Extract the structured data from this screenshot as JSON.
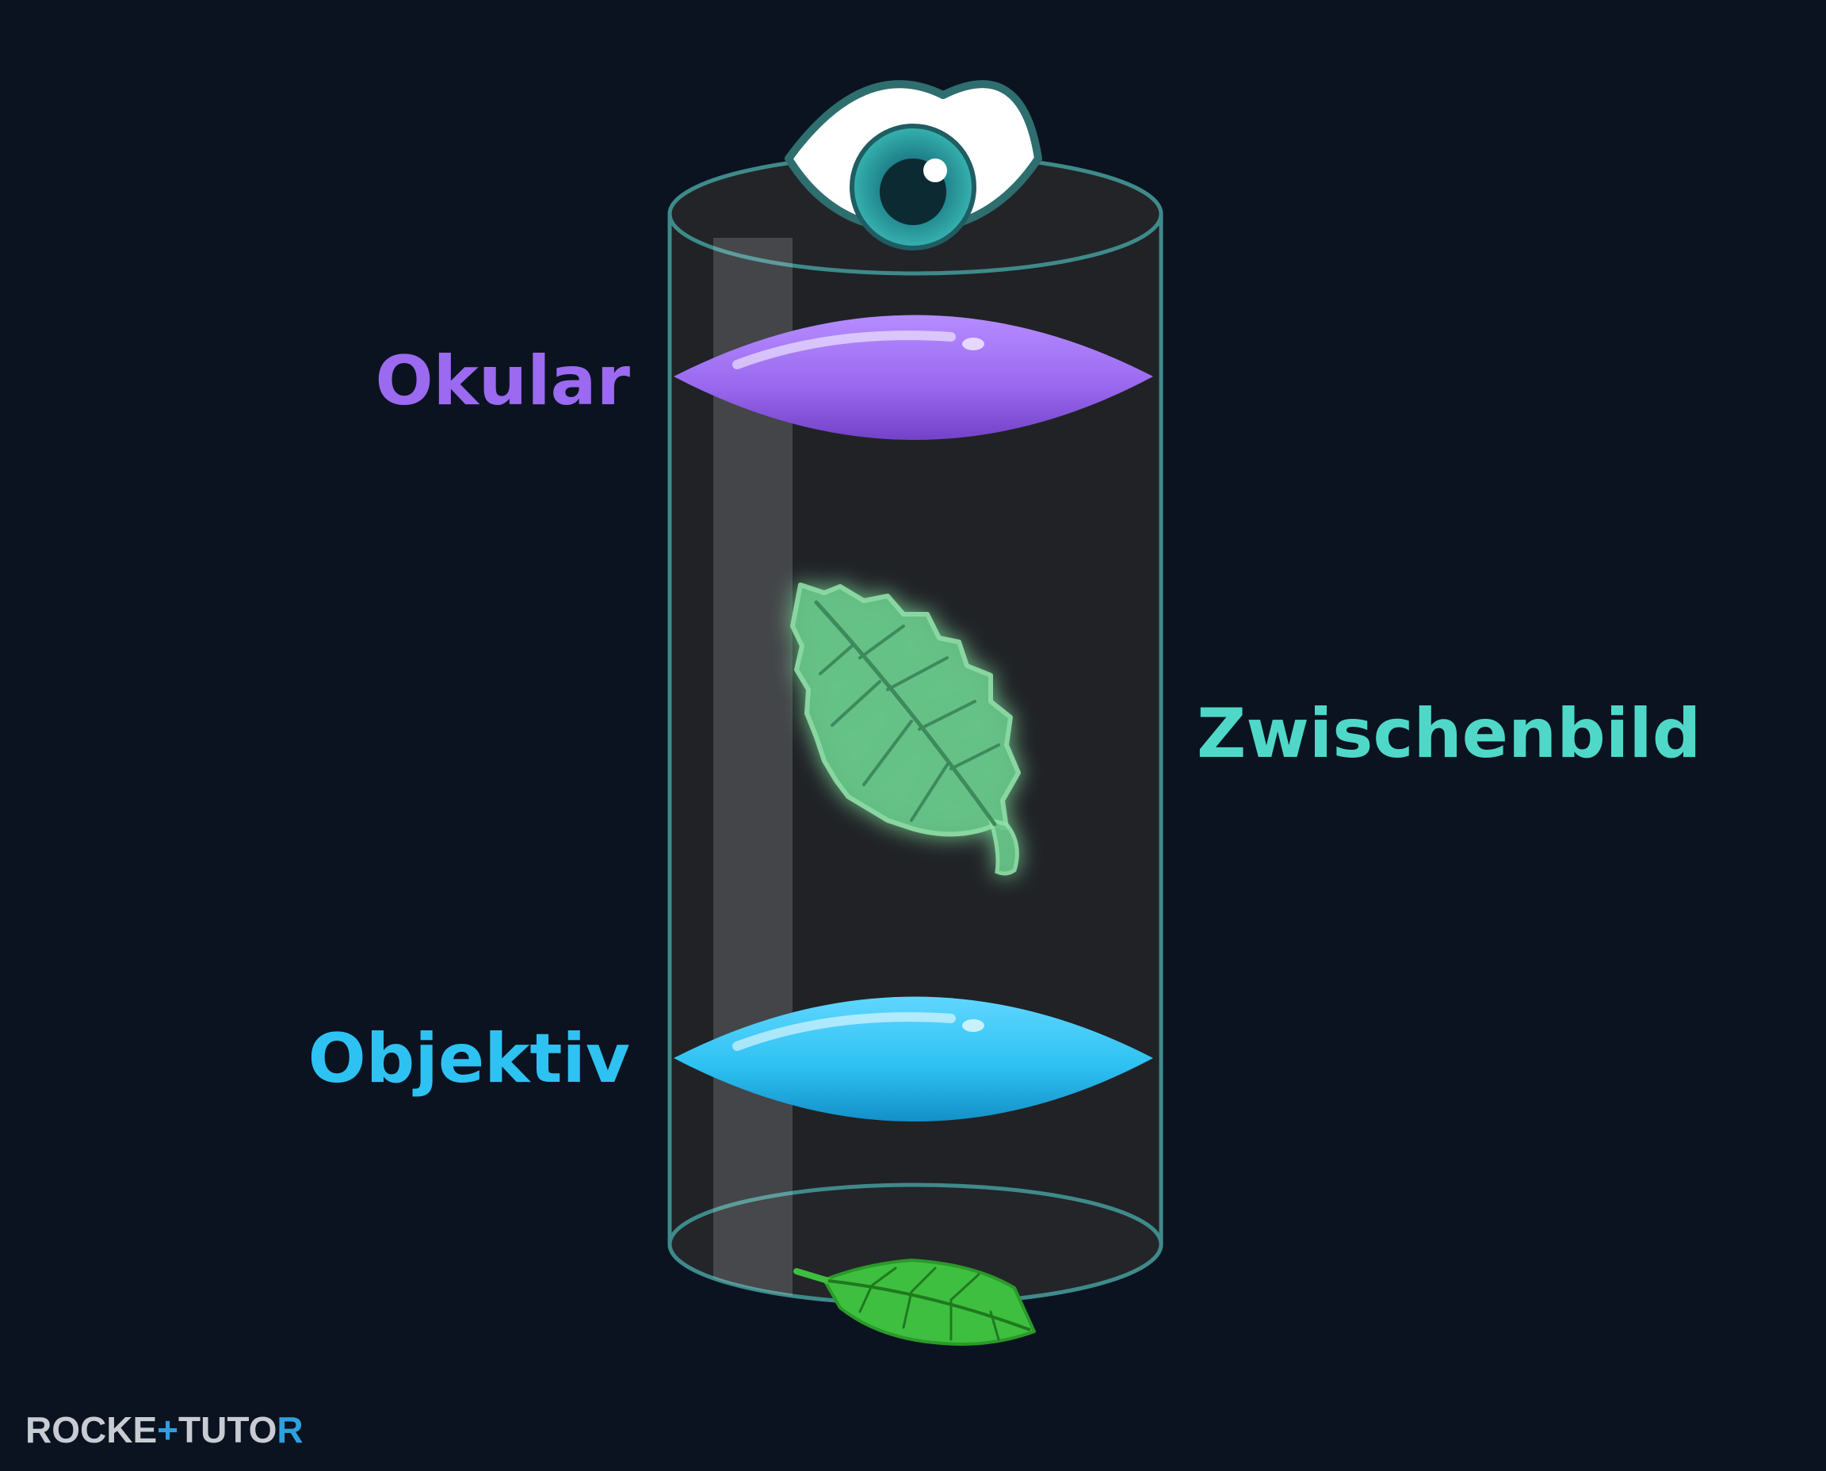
{
  "labels": {
    "eyepiece": "Okular",
    "intermediate_image": "Zwischenbild",
    "objective": "Objektiv"
  },
  "logo": {
    "left": "ROCKE",
    "right": "TUTO",
    "last": "R"
  },
  "colors": {
    "background": "#0b1320",
    "eyepiece": "#9b6af0",
    "objective": "#2ec2f2",
    "intermediate_image": "#4fd8c8",
    "leaf": "#4bd04b",
    "leaf_ghost": "#6fc98a",
    "tube_outline": "#3f8a8a",
    "eye_iris": "#2aa8a8"
  },
  "icons": {
    "eye": "eye-icon",
    "leaf_object": "leaf-icon",
    "leaf_image": "leaf-ghost-icon"
  }
}
